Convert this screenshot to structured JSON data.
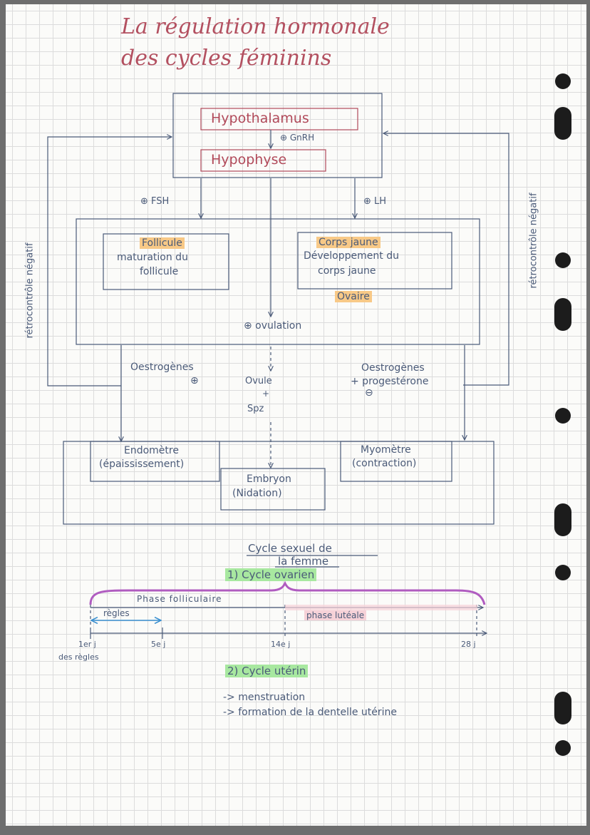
{
  "title": {
    "line1": "La régulation hormonale",
    "line2": "des cycles féminins"
  },
  "diagram": {
    "hypothalamus": "Hypothalamus",
    "gnrh": "⊕ GnRH",
    "hypophyse": "Hypophyse",
    "fsh": "⊕ FSH",
    "lh": "⊕ LH",
    "follicule_title": "Follicule",
    "follicule_desc1": "maturation du",
    "follicule_desc2": "follicule",
    "corps_jaune_title": "Corps jaune",
    "corps_jaune_desc1": "Développement du",
    "corps_jaune_desc2": "corps jaune",
    "ovaire": "Ovaire",
    "ovulation": "⊕ ovulation",
    "oestrogenes_left": "Oestrogènes",
    "plus_sign": "⊕",
    "ovule": "Ovule",
    "plus": "+",
    "spz": "Spz",
    "oestrogenes_right": "Oestrogènes",
    "progesterone": "+ progestérone",
    "minus_sign": "⊖",
    "retro_left": "rétrocontrôle négatif",
    "retro_right": "rétrocontrôle négatif",
    "endometre": "Endomètre",
    "endometre_desc": "(épaississement)",
    "myometre": "Myomètre",
    "myometre_desc": "(contraction)",
    "embryon": "Embryon",
    "nidation": "(Nidation)"
  },
  "cycle": {
    "heading1": "Cycle sexuel de",
    "heading2": "la femme",
    "ovarian": "1) Cycle ovarien",
    "phase_folliculaire": "Phase folliculaire",
    "regles": "règles",
    "phase_luteale": "phase lutéale",
    "t1": "1er j",
    "t1_sub": "des règles",
    "t5": "5e j",
    "t14": "14e j",
    "t28": "28 j",
    "uterine": "2) Cycle utérin",
    "item1": "-> menstruation",
    "item2": "-> formation de la dentelle utérine"
  },
  "colors": {
    "ink": "#4a5a78",
    "title": "#b35060",
    "orange_highlight": "#f8c987",
    "green_highlight": "#a8e8a0",
    "purple_brace": "#b05cc0",
    "pink_highlight": "#f6d2d8",
    "blue_arrow": "#3a8fd0"
  }
}
